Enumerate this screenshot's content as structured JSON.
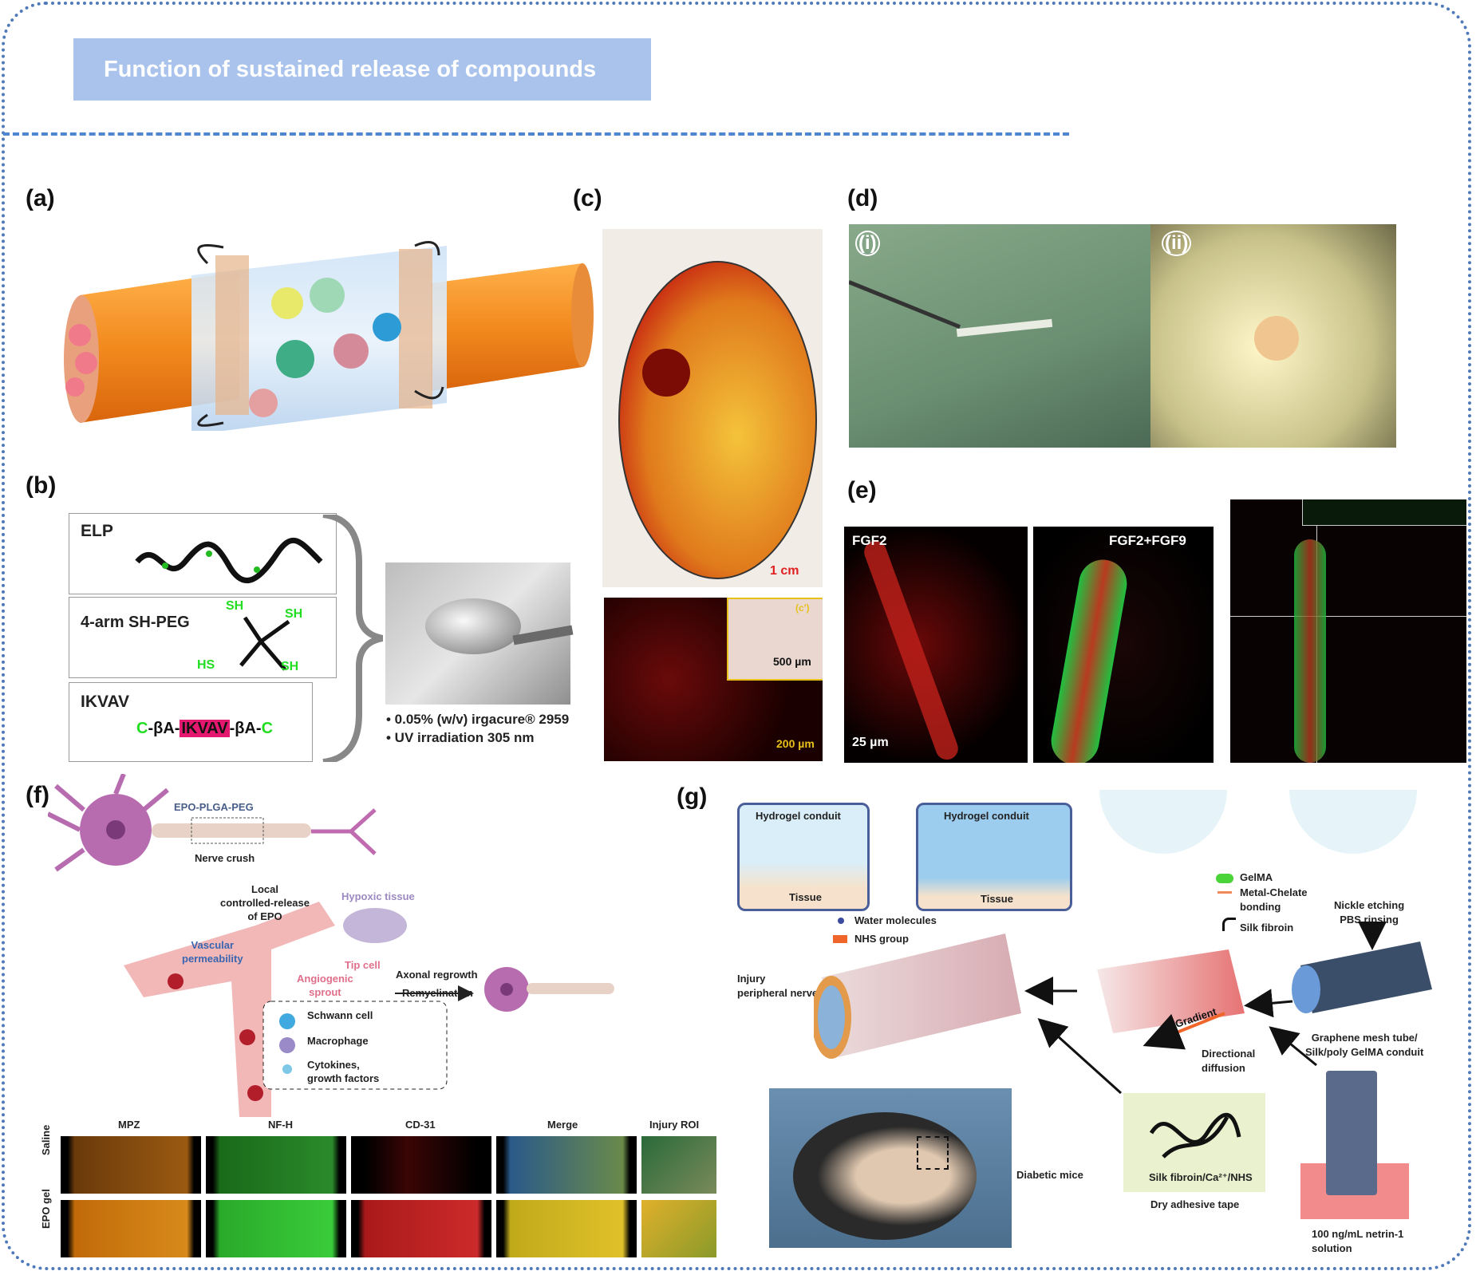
{
  "header": {
    "title": "Function of sustained release of compounds"
  },
  "panels": {
    "a": {
      "label": "(a)"
    },
    "b": {
      "label": "(b)",
      "components": [
        {
          "name": "ELP"
        },
        {
          "name": "4-arm SH-PEG",
          "groups": [
            "SH",
            "SH",
            "HS",
            "SH"
          ]
        },
        {
          "name": "IKVAV",
          "seq_parts": [
            "C",
            "-βA-",
            "IKVAV",
            "-βA-",
            "C"
          ]
        }
      ],
      "notes": [
        "• 0.05% (w/v) irgacure® 2959",
        "• UV irradiation 305 nm"
      ]
    },
    "c": {
      "label": "(c)",
      "scale_main": "1 cm",
      "inset_label": "(c')",
      "scale_inset": "500 µm",
      "scale_bottom": "200 µm"
    },
    "d": {
      "label": "(d)",
      "sub_i": "(i)",
      "sub_ii": "(ii)"
    },
    "e": {
      "label": "(e)",
      "img1": "FGF2",
      "img2": "FGF2+FGF9",
      "scale": "25 µm"
    },
    "f": {
      "label": "(f)",
      "texts": {
        "epo": "EPO-PLGA-PEG",
        "crush": "Nerve crush",
        "local": "Local\ncontrolled-release\nof EPO",
        "hypoxic": "Hypoxic tissue",
        "vascular": "Vascular\npermeability",
        "tipcell": "Tip cell",
        "angiogenic": "Angiogenic\nsprout",
        "axonal": "Axonal regrowth",
        "remyel": "Remyelination"
      },
      "legend": [
        "Schwann cell",
        "Macrophage",
        "Cytokines,\ngrowth factors"
      ],
      "columns": [
        "MPZ",
        "NF-H",
        "CD-31",
        "Merge",
        "Injury ROI"
      ],
      "rows": [
        "Saline",
        "EPO gel"
      ]
    },
    "g": {
      "label": "(g)",
      "texts": {
        "hydro1": "Hydrogel conduit",
        "hydro2": "Hydrogel conduit",
        "tissue1": "Tissue",
        "tissue2": "Tissue",
        "water": "Water molecules",
        "nhs": "NHS group",
        "gelma": "GelMA",
        "metal": "Metal-Chelate\nbonding",
        "silk": "Silk fibroin",
        "nickle": "Nickle etching\nPBS rinsing",
        "injury": "Injury\nperipheral nerve",
        "gradient": "Gradient",
        "directional": "Directional\ndiffusion",
        "graphene": "Graphene mesh tube/\nSilk/poly GelMA conduit",
        "diabetic": "Diabetic mice",
        "silkca": "Silk fibroin/Ca²⁺/NHS",
        "dry": "Dry adhesive tape",
        "netrin": "100 ng/mL netrin-1\nsolution"
      }
    }
  },
  "colors": {
    "frame": "#4f79b8",
    "title_bg": "#a9c3ec",
    "dash": "#4f86d0",
    "nerve": "#f28a1e",
    "green_label": "#22dd22",
    "ikvav_bg": "#e5186f"
  }
}
